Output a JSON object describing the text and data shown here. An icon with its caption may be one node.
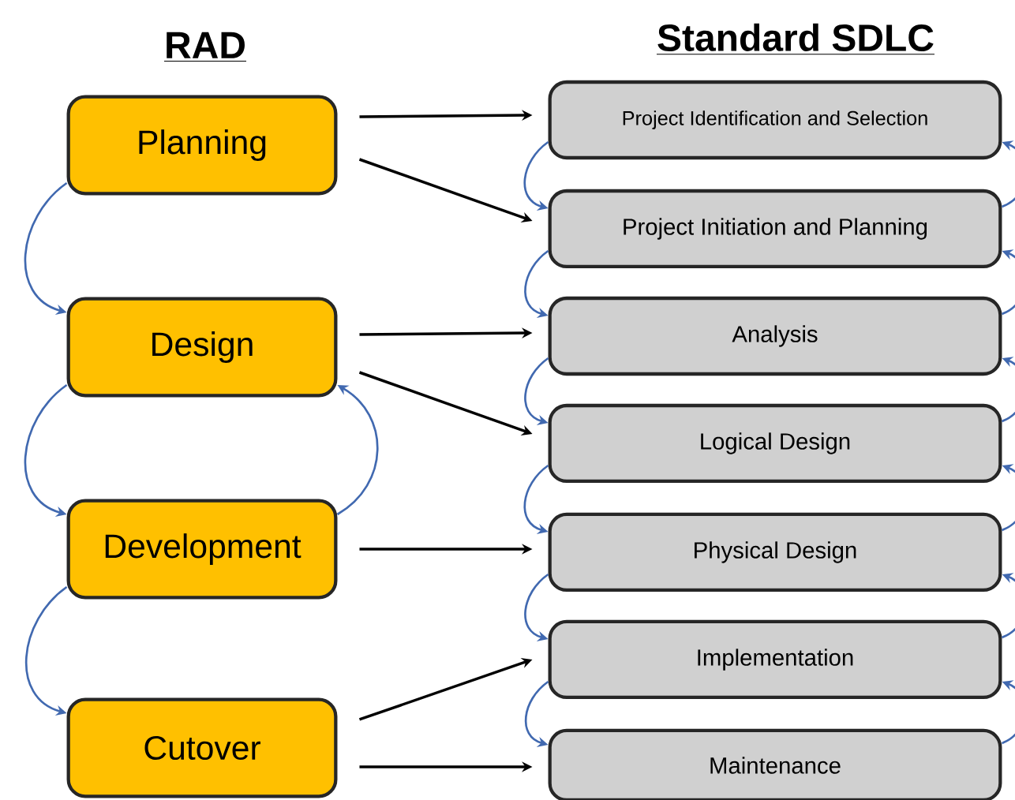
{
  "diagram": {
    "nodes": [
      {
        "text": [
          "Planning"
        ]
      },
      {
        "text": [
          "Design"
        ]
      },
      {
        "text": [
          "Development"
        ]
      },
      {
        "text": [
          "Cutover"
        ]
      },
      {
        "text": [
          "Project Identification and Selection"
        ]
      },
      {
        "text": [
          "Project Initiation and Planning"
        ]
      },
      {
        "text": [
          "Analysis"
        ]
      },
      {
        "text": [
          "Logical Design"
        ]
      },
      {
        "text": [
          "Physical Design"
        ]
      },
      {
        "text": [
          "Implementation"
        ]
      },
      {
        "text": [
          "Maintenance"
        ]
      }
    ],
    "edges": [
      {
        "from": 0,
        "to": 4,
        "arrow": "to",
        "color": "#000000"
      },
      {
        "from": 0,
        "to": 5,
        "arrow": "to",
        "color": "#000000"
      },
      {
        "from": 1,
        "to": 6,
        "arrow": "to",
        "color": "#000000"
      },
      {
        "from": 1,
        "to": 7,
        "arrow": "to",
        "color": "#000000"
      },
      {
        "from": 2,
        "to": 8,
        "arrow": "to",
        "color": "#000000"
      },
      {
        "from": 3,
        "to": 9,
        "arrow": "to",
        "color": "#000000"
      },
      {
        "from": 3,
        "to": 10,
        "arrow": "to",
        "color": "#000000"
      },
      {
        "from": 0,
        "to": 1,
        "arrow": "to"
      },
      {
        "from": 1,
        "to": 2,
        "arrow": "to"
      },
      {
        "from": 2,
        "to": 3,
        "arrow": "to"
      },
      {
        "from": 2,
        "to": 1,
        "arrow": "to"
      },
      {
        "from": 4,
        "to": 5,
        "arrow": "to"
      },
      {
        "from": 5,
        "to": 6,
        "arrow": "to"
      },
      {
        "from": 6,
        "to": 7,
        "arrow": "to"
      },
      {
        "from": 7,
        "to": 8,
        "arrow": "to"
      },
      {
        "from": 8,
        "to": 9,
        "arrow": "to"
      },
      {
        "from": 9,
        "to": 10,
        "arrow": "to"
      },
      {
        "from": 5,
        "to": 4,
        "arrow": "to"
      },
      {
        "from": 6,
        "to": 5,
        "arrow": "to"
      },
      {
        "from": 7,
        "to": 6,
        "arrow": "to"
      },
      {
        "from": 8,
        "to": 7,
        "arrow": "to"
      },
      {
        "from": 9,
        "to": 8,
        "arrow": "to"
      },
      {
        "from": 10,
        "to": 9,
        "arrow": "to"
      }
    ],
    "labels": [
      "RAD",
      "Standard SDLC"
    ]
  }
}
